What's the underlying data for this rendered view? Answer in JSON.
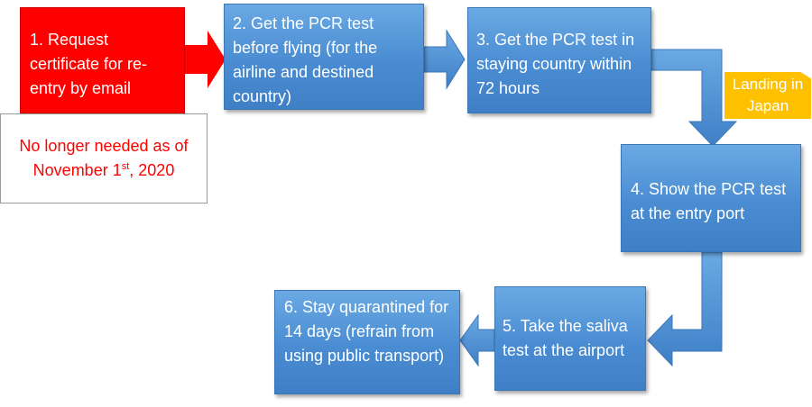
{
  "steps": {
    "step1": "1. Request certificate for re-entry by email",
    "step2": "2. Get the PCR test before flying (for the airline and destined country)",
    "step3": "3. Get the PCR test in staying country within 72 hours",
    "step4": "4. Show the PCR test at the entry port",
    "step5": "5. Take the saliva test at the airport",
    "step6": "6. Stay quarantined for 14 days (refrain from using public transport)"
  },
  "note": {
    "line1": "No longer needed as of",
    "month": "November 1",
    "superscript": "st",
    "year": ", 2020"
  },
  "landing_tag": "Landing in Japan",
  "colors": {
    "step_blue": "#4a8cd2",
    "arrow_blue": "#4a8cd2",
    "request_red": "#ff0000",
    "note_text_red": "#ff0000",
    "landing_yellow": "#ffc000"
  }
}
